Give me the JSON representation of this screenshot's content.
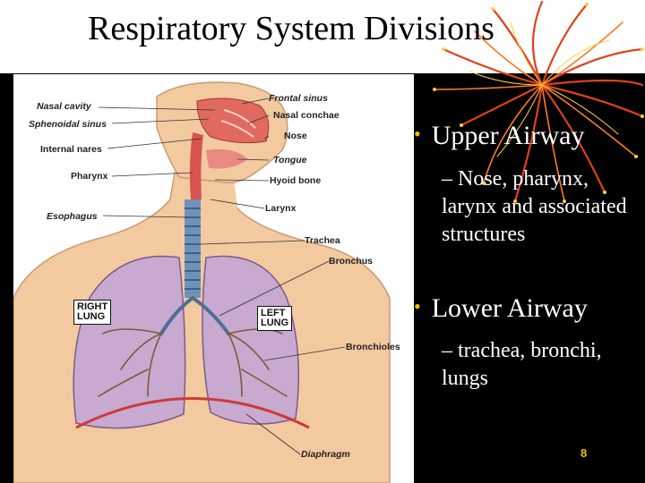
{
  "slide": {
    "title": "Respiratory System Divisions",
    "page_number": "8"
  },
  "figure": {
    "labels": {
      "nasal_cavity": "Nasal cavity",
      "sphenoidal_sinus": "Sphenoidal sinus",
      "internal_nares": "Internal nares",
      "pharynx": "Pharynx",
      "esophagus": "Esophagus",
      "frontal_sinus": "Frontal sinus",
      "nasal_conchae": "Nasal conchae",
      "nose": "Nose",
      "tongue": "Tongue",
      "hyoid_bone": "Hyoid bone",
      "larynx": "Larynx",
      "trachea": "Trachea",
      "bronchus": "Bronchus",
      "bronchioles": "Bronchioles",
      "diaphragm": "Diaphragm",
      "right_lung": "RIGHT\nLUNG",
      "left_lung": "LEFT\nLUNG"
    }
  },
  "bullets": [
    {
      "heading": "Upper Airway",
      "sub": "– Nose, pharynx, larynx and associated structures"
    },
    {
      "heading": "Lower Airway",
      "sub": "– trachea, bronchi, lungs"
    }
  ],
  "colors": {
    "background": "#000000",
    "title_bar": "#ffffff",
    "bullet_dot": "#f2c400",
    "page_number": "#f2c400",
    "skin": "#f3c9a0",
    "lungs": "#c8a9cf",
    "airway_red": "#d9534f",
    "trachea_blue": "#6f93b8"
  }
}
